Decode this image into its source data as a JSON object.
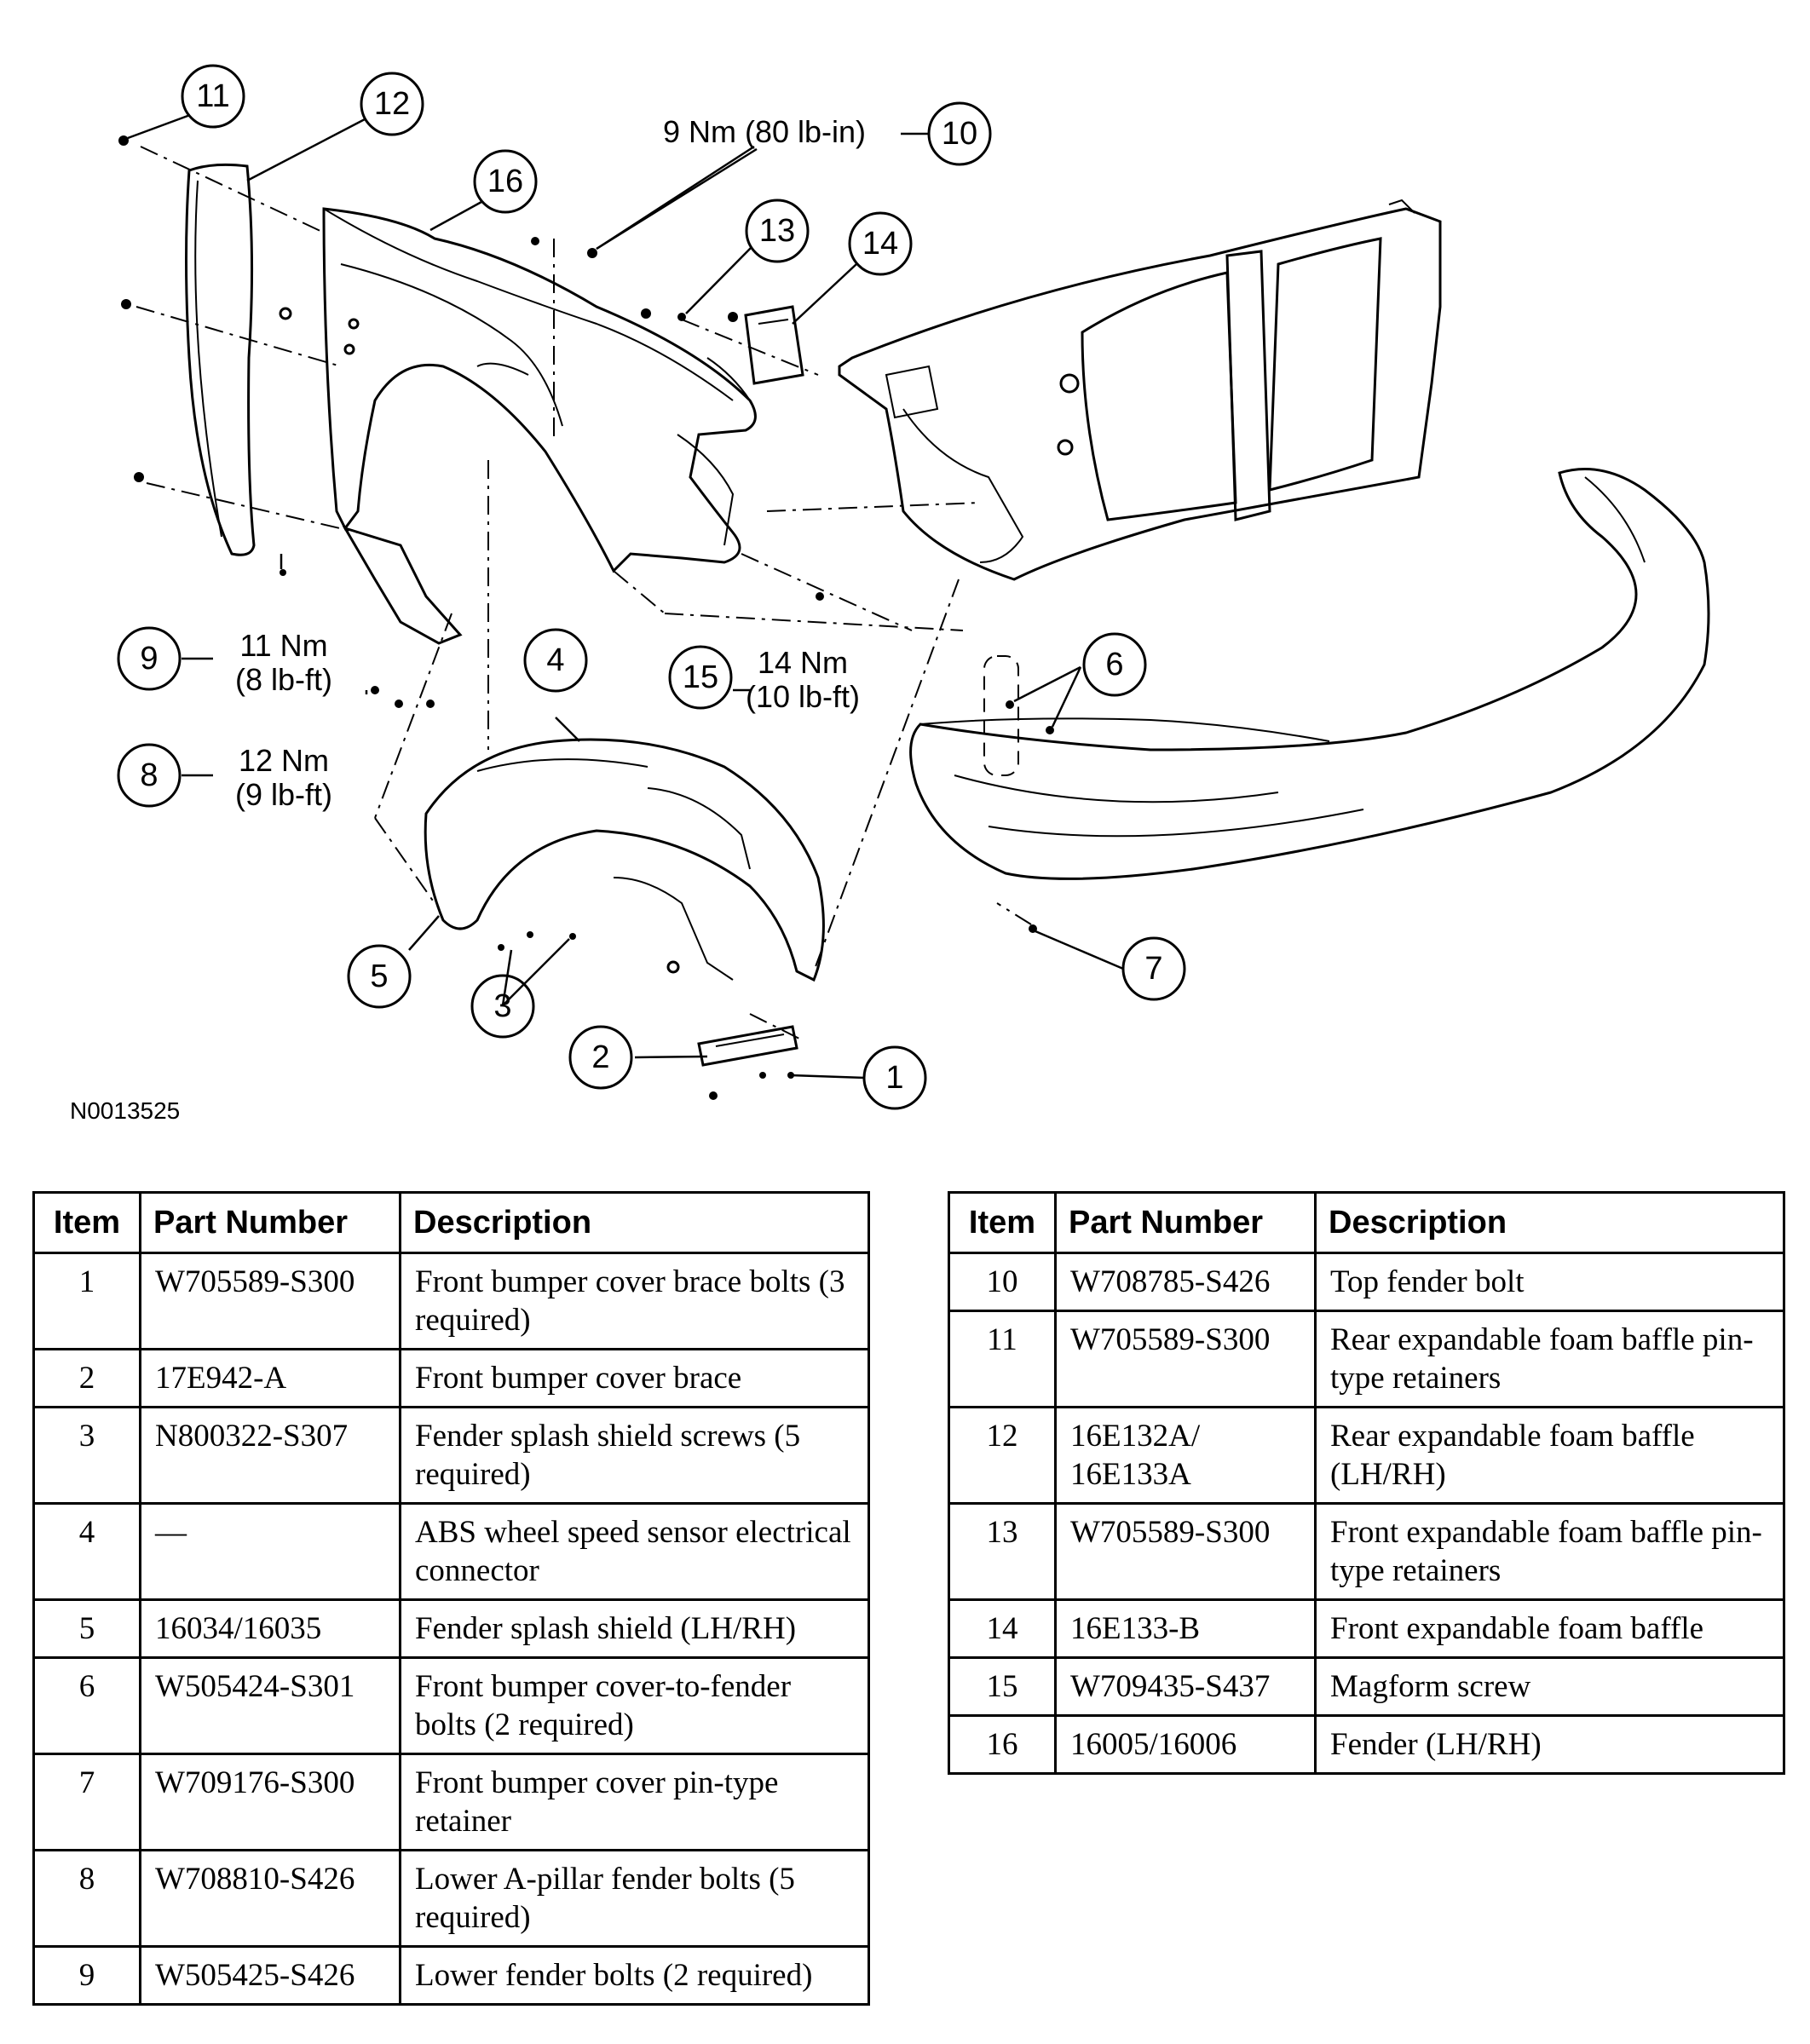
{
  "figure_id": "N0013525",
  "callouts": [
    "1",
    "2",
    "3",
    "4",
    "5",
    "6",
    "7",
    "8",
    "9",
    "10",
    "11",
    "12",
    "13",
    "14",
    "15",
    "16"
  ],
  "torque_specs": {
    "item10": "9 Nm (80 lb-in)",
    "item9_line1": "11 Nm",
    "item9_line2": "(8 lb-ft)",
    "item8_line1": "12 Nm",
    "item8_line2": "(9 lb-ft)",
    "item15_line1": "14 Nm",
    "item15_line2": "(10 lb-ft)"
  },
  "table_headers": {
    "item": "Item",
    "part_number": "Part Number",
    "description": "Description"
  },
  "table_left": [
    {
      "item": "1",
      "part": "W705589-S300",
      "desc": "Front bumper cover brace bolts (3 required)"
    },
    {
      "item": "2",
      "part": "17E942-A",
      "desc": "Front bumper cover brace"
    },
    {
      "item": "3",
      "part": "N800322-S307",
      "desc": "Fender splash shield screws (5 required)"
    },
    {
      "item": "4",
      "part": "—",
      "desc": "ABS wheel speed sensor electrical connector"
    },
    {
      "item": "5",
      "part": "16034/16035",
      "desc": "Fender splash shield (LH/RH)"
    },
    {
      "item": "6",
      "part": "W505424-S301",
      "desc": "Front bumper cover-to-fender bolts (2 required)"
    },
    {
      "item": "7",
      "part": "W709176-S300",
      "desc": "Front bumper cover pin-type retainer"
    },
    {
      "item": "8",
      "part": "W708810-S426",
      "desc": "Lower A-pillar fender bolts (5 required)"
    },
    {
      "item": "9",
      "part": "W505425-S426",
      "desc": "Lower fender bolts (2 required)"
    }
  ],
  "table_right": [
    {
      "item": "10",
      "part": "W708785-S426",
      "desc": "Top fender bolt"
    },
    {
      "item": "11",
      "part": "W705589-S300",
      "desc": "Rear expandable foam baffle pin-type retainers"
    },
    {
      "item": "12",
      "part": "16E132A/ 16E133A",
      "desc": "Rear expandable foam baffle (LH/RH)"
    },
    {
      "item": "13",
      "part": "W705589-S300",
      "desc": "Front expandable foam baffle pin-type retainers"
    },
    {
      "item": "14",
      "part": "16E133-B",
      "desc": "Front expandable foam baffle"
    },
    {
      "item": "15",
      "part": "W709435-S437",
      "desc": "Magform screw"
    },
    {
      "item": "16",
      "part": "16005/16006",
      "desc": "Fender (LH/RH)"
    }
  ]
}
